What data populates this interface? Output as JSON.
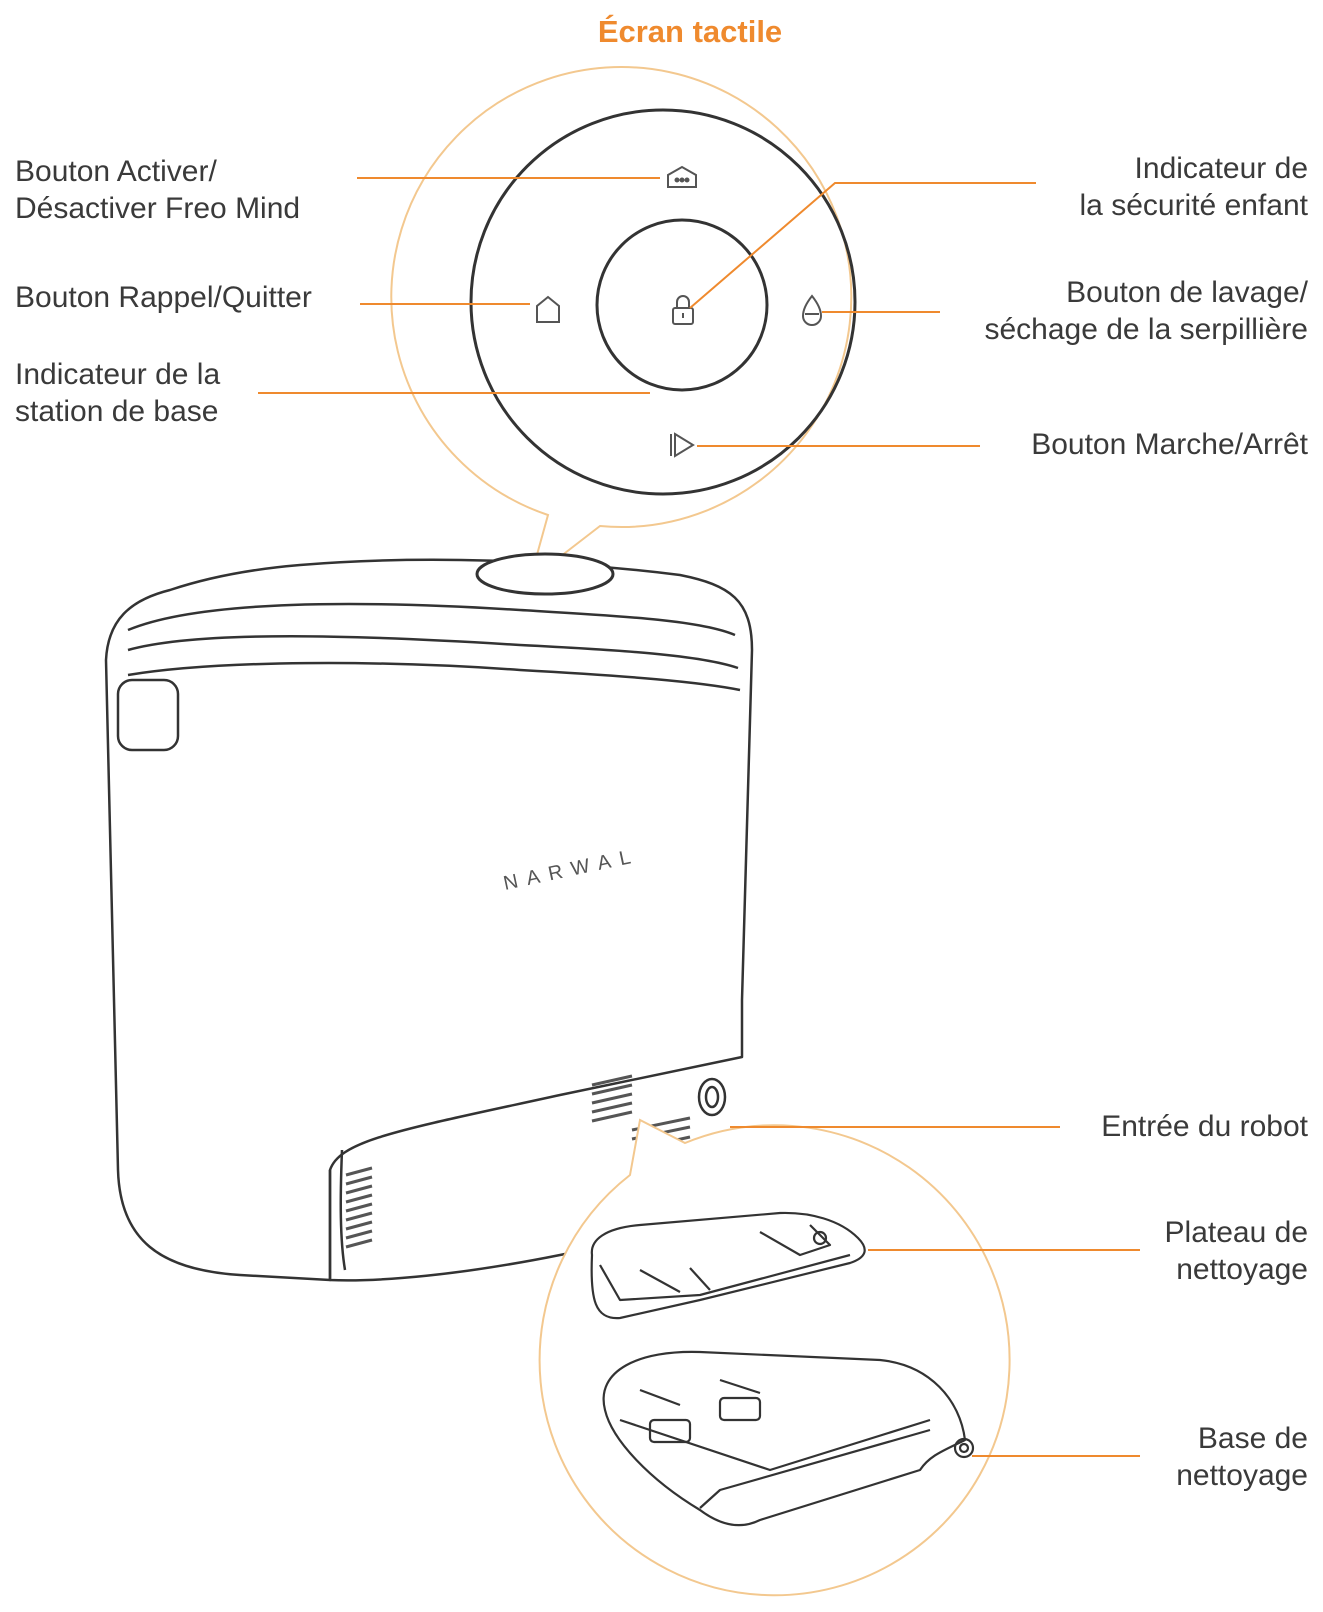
{
  "title": "Écran tactile",
  "brand": "NARWAL",
  "accent_color": "#ef8a2e",
  "labels": {
    "freo_mind": {
      "line1": "Bouton Activer/",
      "line2": "Désactiver Freo Mind"
    },
    "recall_quit": {
      "line1": "Bouton Rappel/Quitter"
    },
    "base_indicator": {
      "line1": "Indicateur de la",
      "line2": "station de base"
    },
    "child_lock": {
      "line1": "Indicateur de",
      "line2": "la sécurité enfant"
    },
    "mop_wash": {
      "line1": "Bouton de lavage/",
      "line2": "séchage de la serpillière"
    },
    "power": {
      "line1": "Bouton Marche/Arrêt"
    },
    "robot_entry": {
      "line1": "Entrée du robot"
    },
    "cleaning_tray": {
      "line1": "Plateau de",
      "line2": "nettoyage"
    },
    "cleaning_base": {
      "line1": "Base de",
      "line2": "nettoyage"
    }
  },
  "icons": [
    "freo-mind-icon",
    "home-icon",
    "lock-icon",
    "water-drop-icon",
    "play-icon"
  ]
}
